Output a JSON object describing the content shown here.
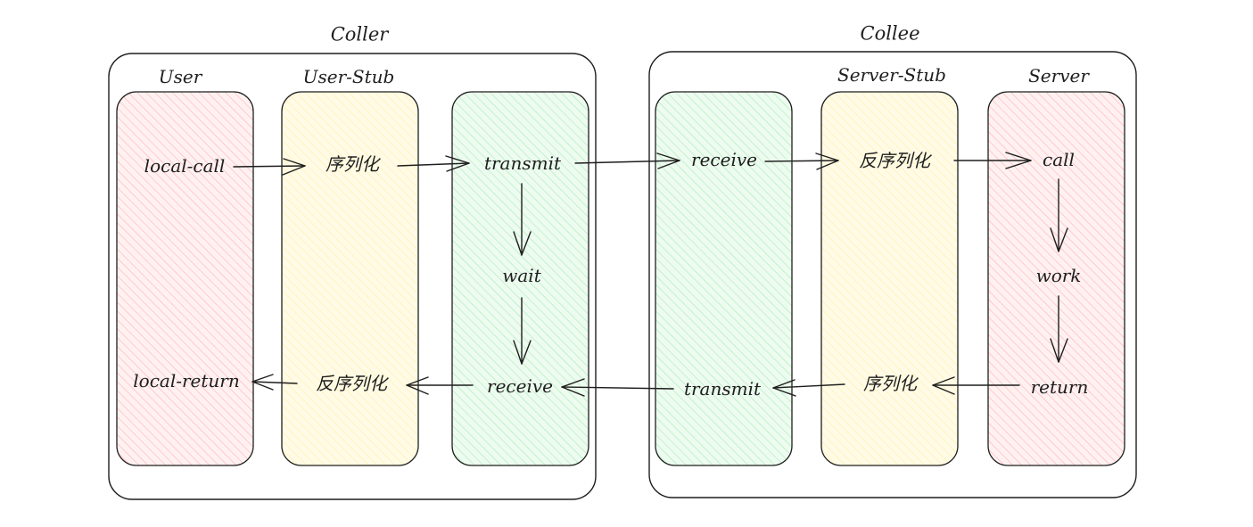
{
  "groups": {
    "caller": {
      "title": "Coller"
    },
    "callee": {
      "title": "Collee"
    }
  },
  "columns": {
    "user": {
      "title": "User"
    },
    "user_stub": {
      "title": "User-Stub"
    },
    "server_stub": {
      "title": "Server-Stub"
    },
    "server": {
      "title": "Server"
    }
  },
  "steps": {
    "local_call": "local-call",
    "user_serialize": "序列化",
    "caller_transmit": "transmit",
    "wait": "wait",
    "caller_receive": "receive",
    "user_deserialize": "反序列化",
    "local_return": "local-return",
    "callee_receive": "receive",
    "server_deserialize": "反序列化",
    "call": "call",
    "work": "work",
    "return": "return",
    "server_serialize": "序列化",
    "callee_transmit": "transmit"
  },
  "colors": {
    "stroke": "#1e1e1e",
    "user_fill": "#ffc9c9",
    "stub_fill": "#fff3bf",
    "transport_fill": "#b2f2bb",
    "hatch_red": "#ffa8a8",
    "hatch_yellow": "#ffec99",
    "hatch_green": "#8ce99a"
  }
}
